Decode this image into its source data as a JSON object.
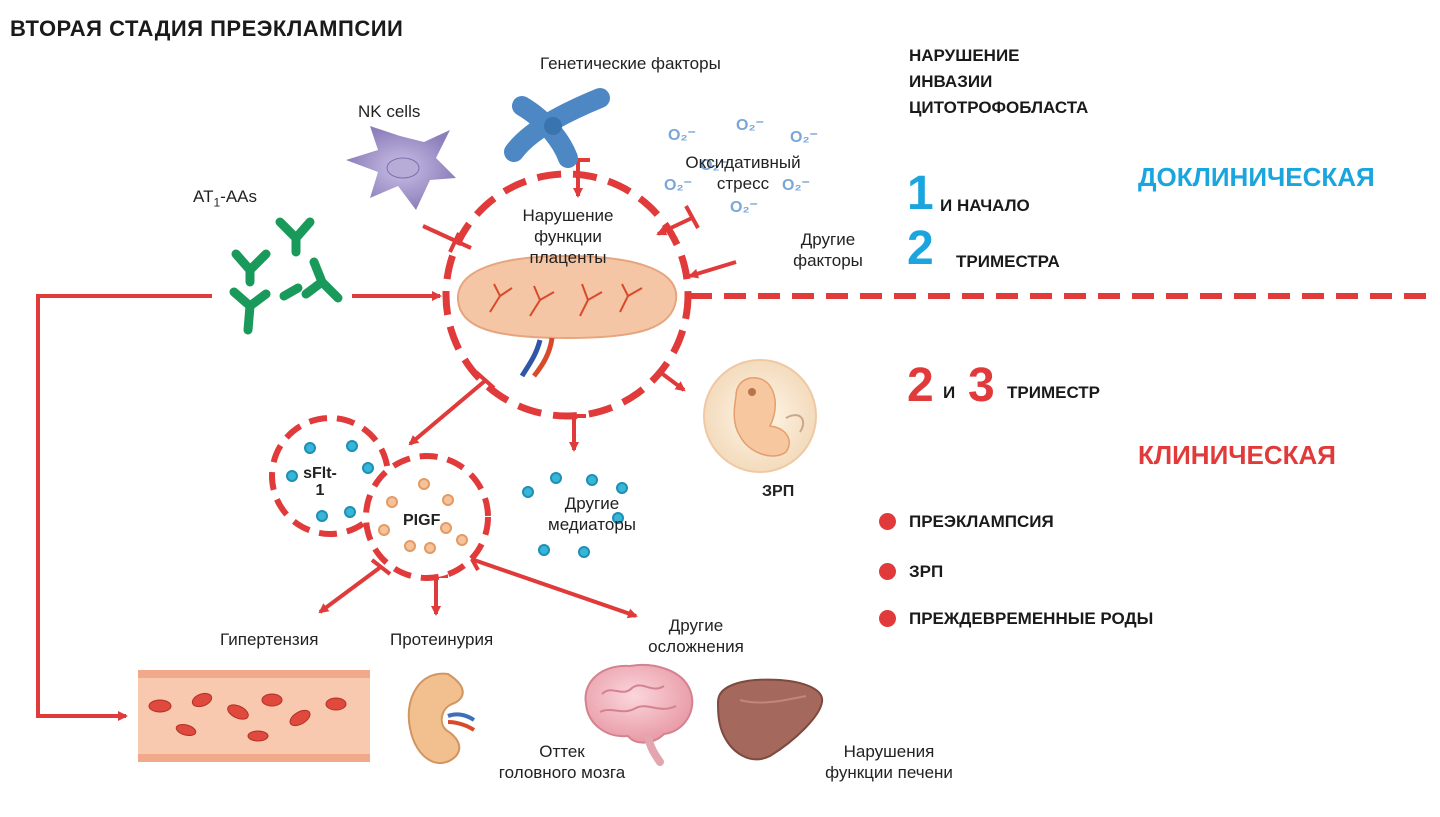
{
  "title": "ВТОРАЯ СТАДИЯ ПРЕЭКЛАМПСИИ",
  "labels": {
    "genetic": "Генетические факторы",
    "nk_cells": "NK cells",
    "at1_pre": "AT",
    "at1_sub": "1",
    "at1_post": "-AAs",
    "oxidative_l1": "Оксидативный",
    "oxidative_l2": "стресс",
    "o2": "O₂⁻",
    "placenta_l1": "Нарушение",
    "placenta_l2": "функции",
    "placenta_l3": "плаценты",
    "other_factors_l1": "Другие",
    "other_factors_l2": "факторы",
    "sflt_l1": "sFlt-",
    "sflt_l2": "1",
    "pigf": "PIGF",
    "other_mediators_l1": "Другие",
    "other_mediators_l2": "медиаторы",
    "zrp": "ЗРП",
    "hypertension": "Гипертензия",
    "proteinuria": "Протеинурия",
    "other_compl_l1": "Другие",
    "other_compl_l2": "осложнения",
    "brain_l1": "Оттек",
    "brain_l2": "головного мозга",
    "liver_l1": "Нарушения",
    "liver_l2": "функции печени"
  },
  "right_panel": {
    "invasion_l1": "НАРУШЕНИЕ",
    "invasion_l2": "ИНВАЗИИ",
    "invasion_l3": "ЦИТОТРОФОБЛАСТА",
    "preclinical": "ДОКЛИНИЧЕСКАЯ",
    "num1": "1",
    "start": "И НАЧАЛО",
    "num2": "2",
    "trimester_a": "ТРИМЕСТРА",
    "num2b": "2",
    "and": "И",
    "num3": "3",
    "trimester_b": "ТРИМЕСТР",
    "clinical": "КЛИНИЧЕСКАЯ",
    "bullets": [
      "ПРЕЭКЛАМПСИЯ",
      "ЗРП",
      "ПРЕЖДЕВРЕМЕННЫЕ РОДЫ"
    ]
  },
  "colors": {
    "accent_red": "#e03a3a",
    "accent_blue": "#1aa5de",
    "antibody_green": "#1a9a5a",
    "nk_purple": "#9b8ec2",
    "chromosome_blue": "#4d88c4"
  },
  "icons": [
    "antibody-icon",
    "nk-cell-icon",
    "chromosome-icon",
    "placenta-icon",
    "fetus-icon",
    "blood-vessel-icon",
    "kidney-icon",
    "brain-icon",
    "liver-icon"
  ]
}
